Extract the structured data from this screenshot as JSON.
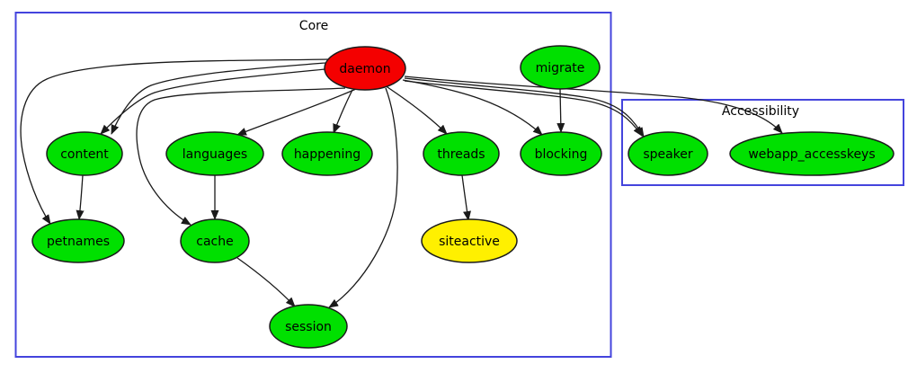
{
  "diagram": {
    "type": "dependency-graph",
    "clusters": {
      "core": {
        "label": "Core"
      },
      "accessibility": {
        "label": "Accessibility"
      }
    },
    "colors": {
      "green": "#00e000",
      "red": "#f40000",
      "yellow": "#fff000",
      "cluster_border": "#4444dd"
    },
    "nodes": {
      "daemon": {
        "label": "daemon",
        "color": "red"
      },
      "migrate": {
        "label": "migrate",
        "color": "green"
      },
      "content": {
        "label": "content",
        "color": "green"
      },
      "languages": {
        "label": "languages",
        "color": "green"
      },
      "happening": {
        "label": "happening",
        "color": "green"
      },
      "threads": {
        "label": "threads",
        "color": "green"
      },
      "blocking": {
        "label": "blocking",
        "color": "green"
      },
      "speaker": {
        "label": "speaker",
        "color": "green"
      },
      "webapp_accesskeys": {
        "label": "webapp_accesskeys",
        "color": "green"
      },
      "petnames": {
        "label": "petnames",
        "color": "green"
      },
      "cache": {
        "label": "cache",
        "color": "green"
      },
      "siteactive": {
        "label": "siteactive",
        "color": "yellow"
      },
      "session": {
        "label": "session",
        "color": "green"
      }
    },
    "edges": [
      "daemon->content",
      "daemon->content",
      "daemon->petnames",
      "daemon->cache",
      "daemon->languages",
      "daemon->happening",
      "daemon->threads",
      "daemon->session",
      "daemon->blocking",
      "daemon->speaker",
      "daemon->speaker",
      "daemon->webapp_accesskeys",
      "migrate->blocking",
      "content->petnames",
      "languages->cache",
      "cache->session",
      "threads->siteactive"
    ]
  }
}
